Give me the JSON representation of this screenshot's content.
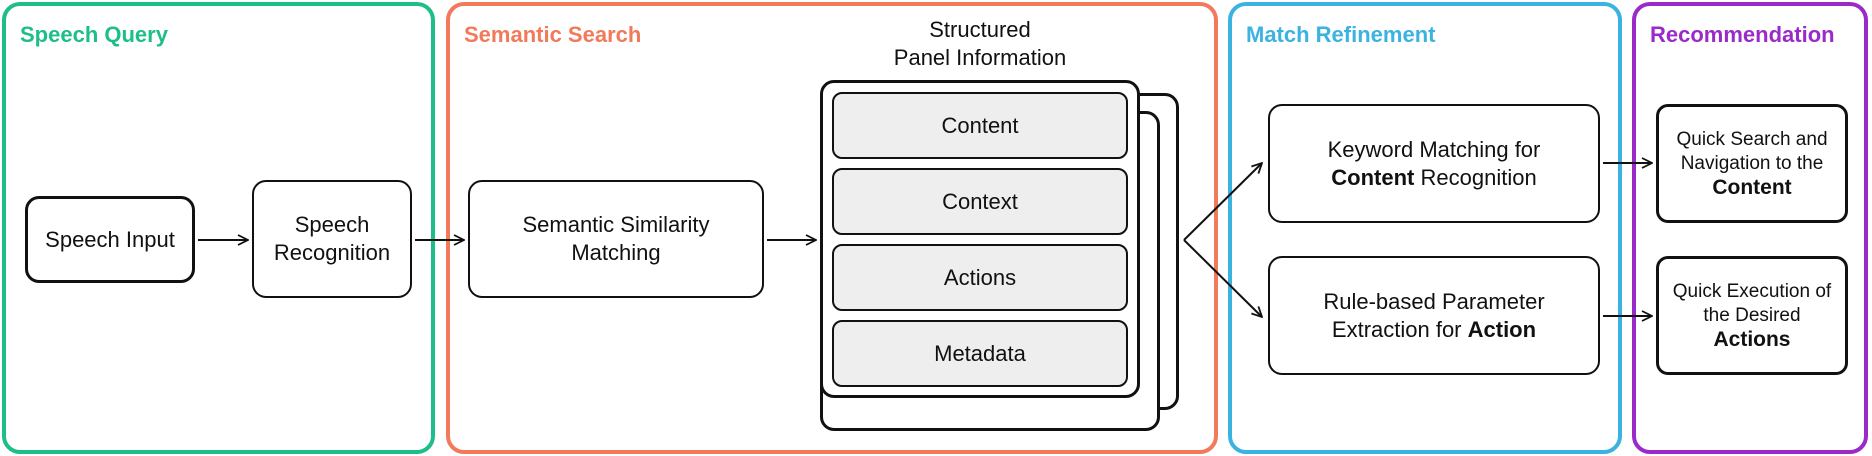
{
  "colors": {
    "speech_query": "#1DBE8A",
    "semantic_search": "#F2795A",
    "match_refinement": "#3BB3E0",
    "recommendation": "#9B2BC9",
    "field_fill": "#EEEEEE",
    "stroke": "#111111"
  },
  "sections": {
    "speech_query": {
      "title": "Speech Query"
    },
    "semantic_search": {
      "title": "Semantic Search"
    },
    "match_refinement": {
      "title": "Match Refinement"
    },
    "recommendation": {
      "title": "Recommendation"
    }
  },
  "nodes": {
    "speech_input": {
      "text": "Speech Input"
    },
    "speech_recognition": {
      "line1": "Speech",
      "line2": "Recognition"
    },
    "semantic_matching": {
      "line1": "Semantic Similarity",
      "line2": "Matching"
    },
    "panel_info": {
      "title_line1": "Structured",
      "title_line2": "Panel Information",
      "fields": [
        "Content",
        "Context",
        "Actions",
        "Metadata"
      ]
    },
    "keyword_matching": {
      "line1": "Keyword Matching for",
      "line2_bold": "Content",
      "line2_rest": " Recognition"
    },
    "rule_extraction": {
      "line1": "Rule-based Parameter",
      "line2_pre": "Extraction for ",
      "line2_bold": "Action"
    },
    "quick_search": {
      "line1": "Quick Search and",
      "line2": "Navigation to the",
      "line3_bold": "Content"
    },
    "quick_execution": {
      "line1": "Quick Execution of",
      "line2": "the Desired",
      "line3_bold": "Actions"
    }
  }
}
